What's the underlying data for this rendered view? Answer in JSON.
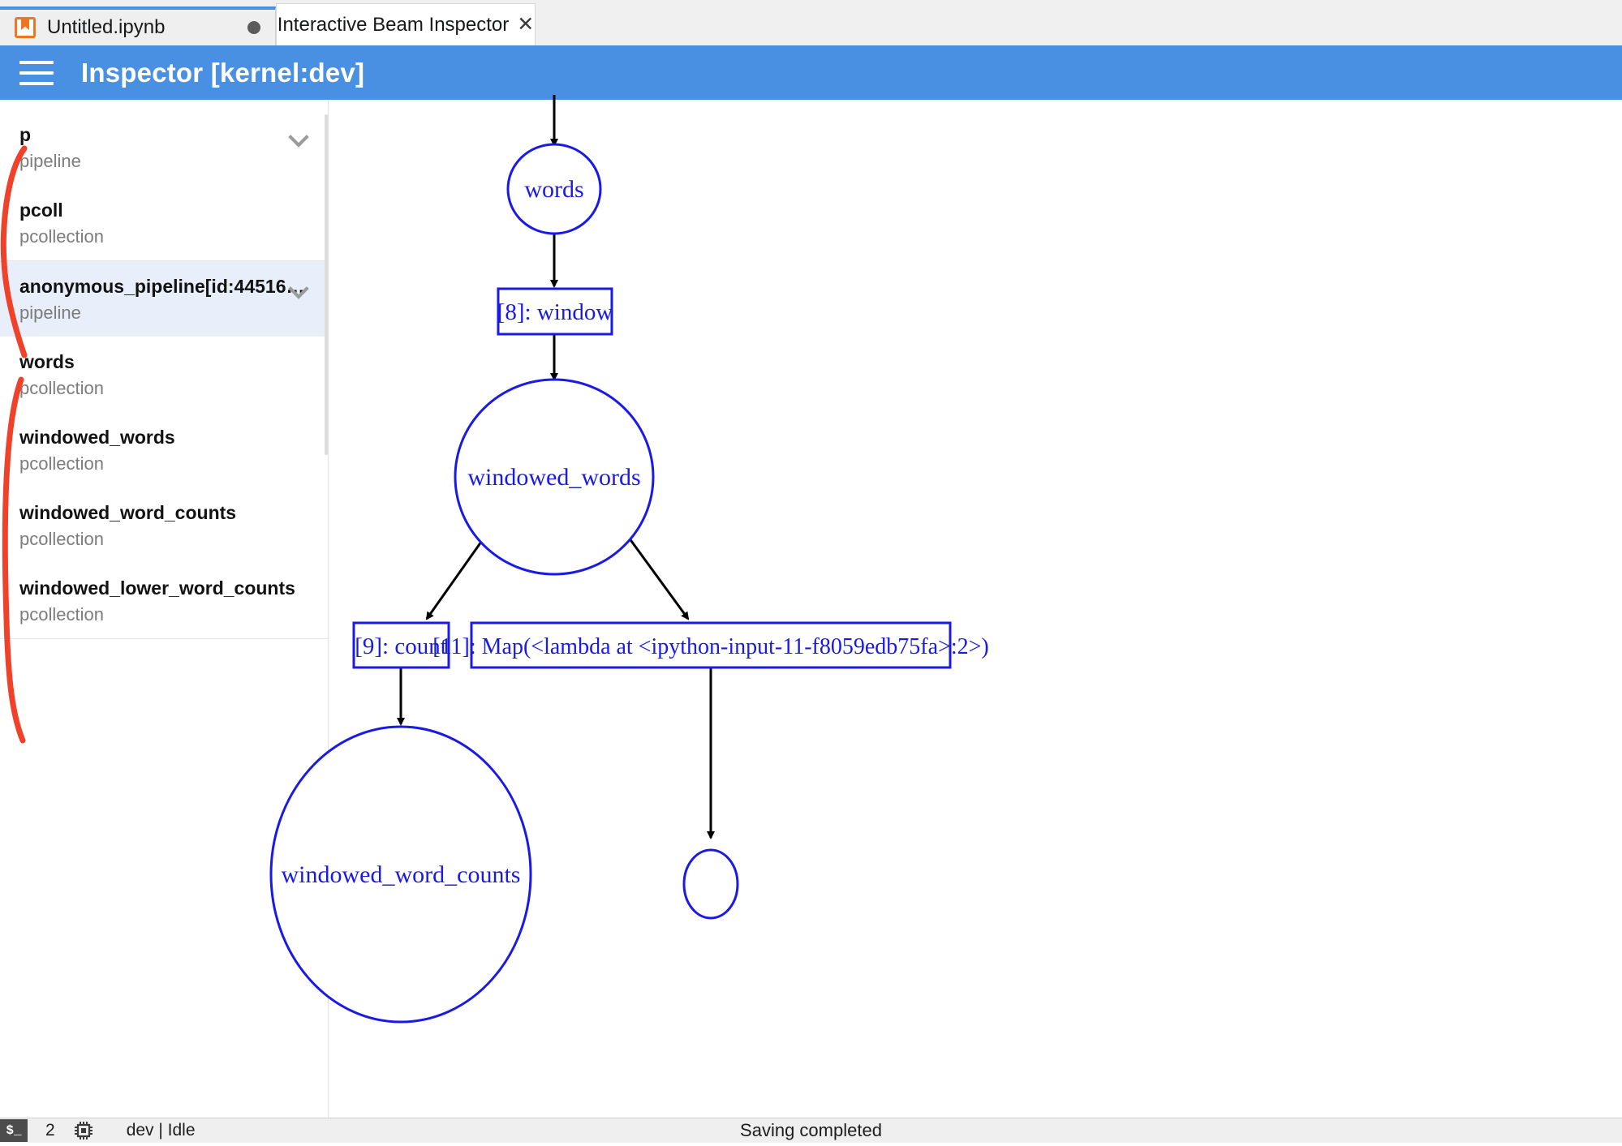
{
  "tabs": [
    {
      "label": "Untitled.ipynb",
      "icon": "notebook-icon",
      "dirty": true,
      "active": false
    },
    {
      "label": "Interactive Beam Inspector",
      "close": "✕",
      "active": true
    }
  ],
  "header": {
    "menu_icon": "hamburger-icon",
    "title": "Inspector [kernel:dev]",
    "accent": "#4a90e2"
  },
  "sidebar": {
    "groups": [
      {
        "items": [
          {
            "name": "p",
            "type": "pipeline",
            "expandable": true,
            "selected": false
          },
          {
            "name": "pcoll",
            "type": "pcollection",
            "expandable": false,
            "selected": false
          }
        ]
      },
      {
        "items": [
          {
            "name": "anonymous_pipeline[id:44516…",
            "type": "pipeline",
            "expandable": true,
            "selected": true
          },
          {
            "name": "words",
            "type": "pcollection",
            "expandable": false,
            "selected": false
          },
          {
            "name": "windowed_words",
            "type": "pcollection",
            "expandable": false,
            "selected": false
          },
          {
            "name": "windowed_word_counts",
            "type": "pcollection",
            "expandable": false,
            "selected": false
          },
          {
            "name": "windowed_lower_word_counts",
            "type": "pcollection",
            "expandable": false,
            "selected": false
          }
        ]
      }
    ]
  },
  "graph": {
    "node_color": "#1a1ae6",
    "edge_color": "#000000",
    "nodes": [
      {
        "id": "words",
        "shape": "ellipse",
        "label": "words"
      },
      {
        "id": "window",
        "shape": "box",
        "label": "[8]: window"
      },
      {
        "id": "windowed_words",
        "shape": "ellipse",
        "label": "windowed_words"
      },
      {
        "id": "count",
        "shape": "box",
        "label": "[9]: count"
      },
      {
        "id": "map",
        "shape": "box",
        "label": "[11]: Map(<lambda at <ipython-input-11-f8059edb75fa>:2>)"
      },
      {
        "id": "windowed_word_counts",
        "shape": "ellipse",
        "label": "windowed_word_counts"
      },
      {
        "id": "small_node",
        "shape": "ellipse",
        "label": ""
      }
    ],
    "edges": [
      {
        "from": "(top)",
        "to": "words"
      },
      {
        "from": "words",
        "to": "window"
      },
      {
        "from": "window",
        "to": "windowed_words"
      },
      {
        "from": "windowed_words",
        "to": "count"
      },
      {
        "from": "windowed_words",
        "to": "map"
      },
      {
        "from": "count",
        "to": "windowed_word_counts"
      },
      {
        "from": "map",
        "to": "small_node"
      }
    ]
  },
  "statusbar": {
    "terminal_icon": "$_",
    "terminal_count": "2",
    "kernel_icon": "cpu-chip-icon",
    "kernel_status": "dev | Idle",
    "message": "Saving completed"
  }
}
